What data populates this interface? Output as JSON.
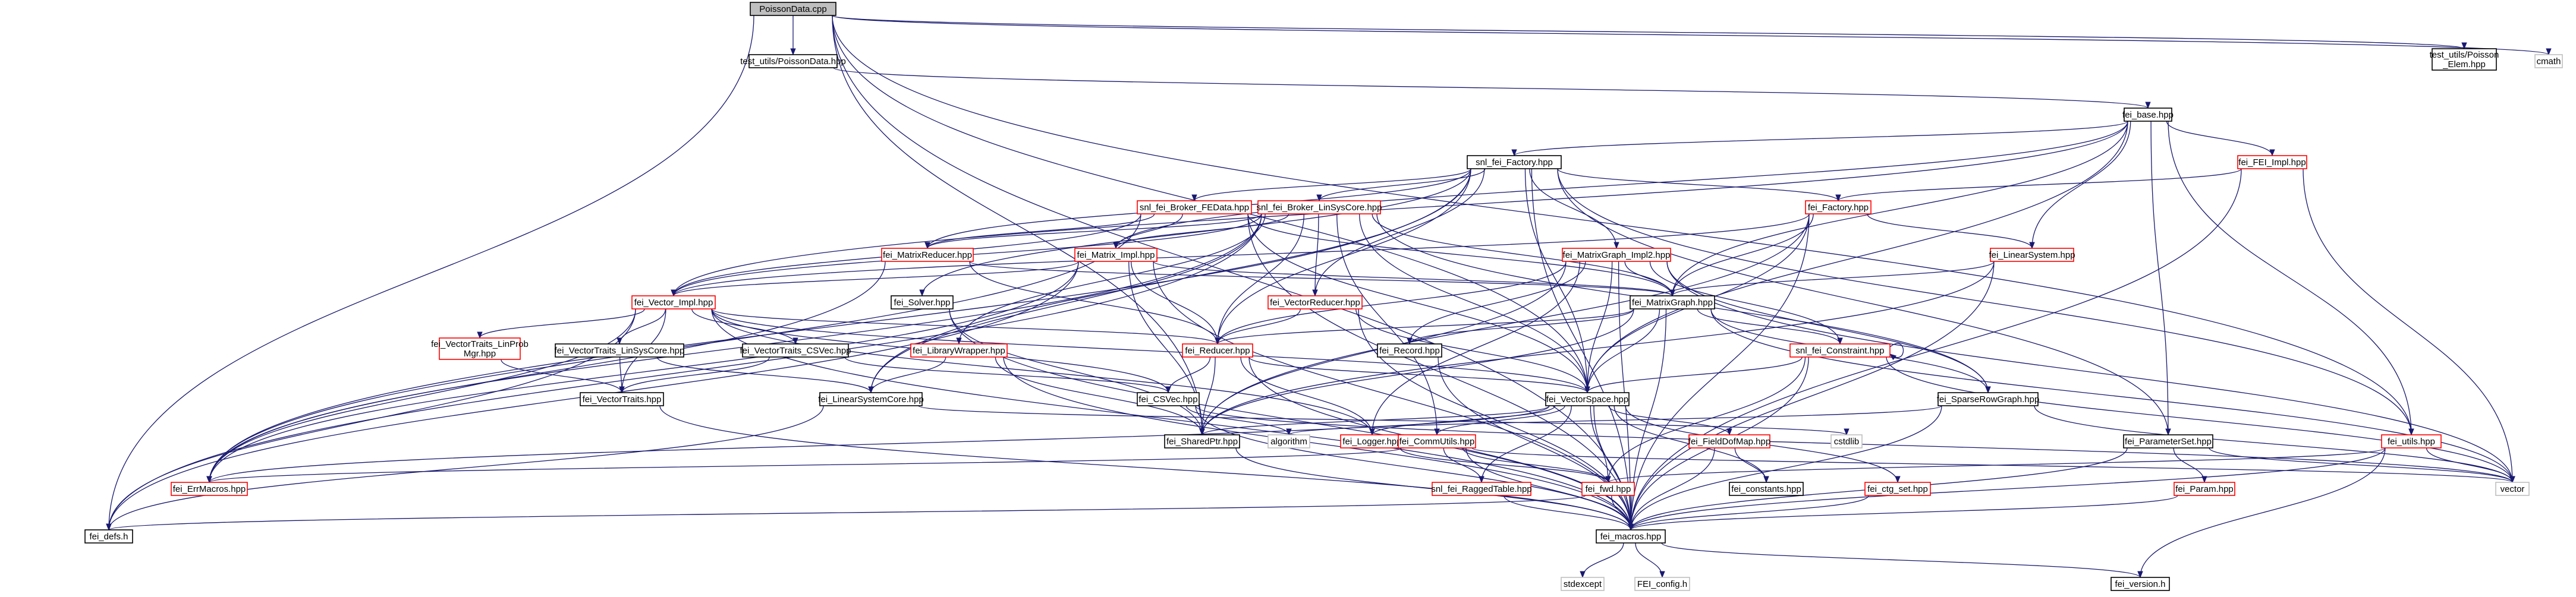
{
  "title": "PoissonData.cpp",
  "colors": {
    "edge": "#191970",
    "root_fill": "#bfbfbf",
    "node_border": "#000000",
    "node_border_with_includes": "#ff0000",
    "external_border": "#bfbfbf"
  },
  "nodes": [
    {
      "id": "root",
      "label": "PoissonData.cpp",
      "kind": "root"
    },
    {
      "id": "test_utils_PoissonData_hpp",
      "label": "test_utils/PoissonData.hpp",
      "kind": "plain"
    },
    {
      "id": "test_utils_Poisson_Elem_hpp",
      "label": [
        "test_utils/Poisson",
        "_Elem.hpp"
      ],
      "kind": "plain"
    },
    {
      "id": "cmath",
      "label": "cmath",
      "kind": "external"
    },
    {
      "id": "fei_base_hpp",
      "label": "fei_base.hpp",
      "kind": "plain"
    },
    {
      "id": "snl_fei_Factory_hpp",
      "label": "snl_fei_Factory.hpp",
      "kind": "plain"
    },
    {
      "id": "fei_FEI_Impl_hpp",
      "label": "fei_FEI_Impl.hpp",
      "kind": "red"
    },
    {
      "id": "snl_fei_Broker_FEData_hpp",
      "label": "snl_fei_Broker_FEData.hpp",
      "kind": "red"
    },
    {
      "id": "snl_fei_Broker_LinSysCore_hpp",
      "label": "snl_fei_Broker_LinSysCore.hpp",
      "kind": "red"
    },
    {
      "id": "fei_Factory_hpp",
      "label": "fei_Factory.hpp",
      "kind": "red"
    },
    {
      "id": "fei_MatrixReducer_hpp",
      "label": "fei_MatrixReducer.hpp",
      "kind": "red"
    },
    {
      "id": "fei_Matrix_Impl_hpp",
      "label": "fei_Matrix_Impl.hpp",
      "kind": "red"
    },
    {
      "id": "fei_MatrixGraph_Impl2_hpp",
      "label": "fei_MatrixGraph_Impl2.hpp",
      "kind": "red"
    },
    {
      "id": "fei_LinearSystem_hpp",
      "label": "fei_LinearSystem.hpp",
      "kind": "red"
    },
    {
      "id": "fei_Vector_Impl_hpp",
      "label": "fei_Vector_Impl.hpp",
      "kind": "red"
    },
    {
      "id": "fei_Solver_hpp",
      "label": "fei_Solver.hpp",
      "kind": "plain"
    },
    {
      "id": "fei_VectorReducer_hpp",
      "label": "fei_VectorReducer.hpp",
      "kind": "red"
    },
    {
      "id": "fei_MatrixGraph_hpp",
      "label": "fei_MatrixGraph.hpp",
      "kind": "plain"
    },
    {
      "id": "fei_VectorTraits_LinProbMgr_hpp",
      "label": [
        "fei_VectorTraits_LinProb",
        "Mgr.hpp"
      ],
      "kind": "red"
    },
    {
      "id": "fei_VectorTraits_LinSysCore_hpp",
      "label": "fei_VectorTraits_LinSysCore.hpp",
      "kind": "plain"
    },
    {
      "id": "fei_VectorTraits_CSVec_hpp",
      "label": "fei_VectorTraits_CSVec.hpp",
      "kind": "plain"
    },
    {
      "id": "fei_LibraryWrapper_hpp",
      "label": "fei_LibraryWrapper.hpp",
      "kind": "red"
    },
    {
      "id": "fei_Reducer_hpp",
      "label": "fei_Reducer.hpp",
      "kind": "red"
    },
    {
      "id": "fei_Record_hpp",
      "label": "fei_Record.hpp",
      "kind": "plain"
    },
    {
      "id": "snl_fei_Constraint_hpp",
      "label": "snl_fei_Constraint.hpp",
      "kind": "red"
    },
    {
      "id": "fei_VectorTraits_hpp",
      "label": "fei_VectorTraits.hpp",
      "kind": "plain"
    },
    {
      "id": "fei_LinearSystemCore_hpp",
      "label": "fei_LinearSystemCore.hpp",
      "kind": "plain"
    },
    {
      "id": "fei_CSVec_hpp",
      "label": "fei_CSVec.hpp",
      "kind": "plain"
    },
    {
      "id": "fei_VectorSpace_hpp",
      "label": "fei_VectorSpace.hpp",
      "kind": "plain"
    },
    {
      "id": "fei_SparseRowGraph_hpp",
      "label": "fei_SparseRowGraph.hpp",
      "kind": "plain"
    },
    {
      "id": "fei_SharedPtr_hpp",
      "label": "fei_SharedPtr.hpp",
      "kind": "plain"
    },
    {
      "id": "algorithm",
      "label": "algorithm",
      "kind": "external"
    },
    {
      "id": "fei_Logger_hpp",
      "label": "fei_Logger.hpp",
      "kind": "red"
    },
    {
      "id": "fei_CommUtils_hpp",
      "label": "fei_CommUtils.hpp",
      "kind": "red"
    },
    {
      "id": "fei_FieldDofMap_hpp",
      "label": "fei_FieldDofMap.hpp",
      "kind": "red"
    },
    {
      "id": "cstdlib",
      "label": "cstdlib",
      "kind": "external"
    },
    {
      "id": "fei_ParameterSet_hpp",
      "label": "fei_ParameterSet.hpp",
      "kind": "plain"
    },
    {
      "id": "fei_utils_hpp",
      "label": "fei_utils.hpp",
      "kind": "red"
    },
    {
      "id": "fei_ErrMacros_hpp",
      "label": "fei_ErrMacros.hpp",
      "kind": "red"
    },
    {
      "id": "snl_fei_RaggedTable_hpp",
      "label": "snl_fei_RaggedTable.hpp",
      "kind": "red"
    },
    {
      "id": "fei_fwd_hpp",
      "label": "fei_fwd.hpp",
      "kind": "red"
    },
    {
      "id": "fei_constants_hpp",
      "label": "fei_constants.hpp",
      "kind": "plain"
    },
    {
      "id": "fei_ctg_set_hpp",
      "label": "fei_ctg_set.hpp",
      "kind": "red"
    },
    {
      "id": "fei_Param_hpp",
      "label": "fei_Param.hpp",
      "kind": "red"
    },
    {
      "id": "vector",
      "label": "vector",
      "kind": "external"
    },
    {
      "id": "fei_defs_h",
      "label": "fei_defs.h",
      "kind": "plain"
    },
    {
      "id": "fei_macros_hpp",
      "label": "fei_macros.hpp",
      "kind": "plain"
    },
    {
      "id": "stdexcept",
      "label": "stdexcept",
      "kind": "external"
    },
    {
      "id": "FEI_config_h",
      "label": "FEI_config.h",
      "kind": "external"
    },
    {
      "id": "fei_version_h",
      "label": "fei_version.h",
      "kind": "plain"
    }
  ],
  "edges": [
    [
      "root",
      "test_utils_PoissonData_hpp"
    ],
    [
      "root",
      "test_utils_Poisson_Elem_hpp"
    ],
    [
      "root",
      "cmath"
    ],
    [
      "root",
      "fei_defs_h"
    ],
    [
      "root",
      "fei_macros_hpp"
    ],
    [
      "root",
      "fei_SharedPtr_hpp"
    ],
    [
      "root",
      "fei_VectorSpace_hpp"
    ],
    [
      "root",
      "fei_utils_hpp"
    ],
    [
      "test_utils_PoissonData_hpp",
      "fei_base_hpp"
    ],
    [
      "fei_base_hpp",
      "snl_fei_Factory_hpp"
    ],
    [
      "fei_base_hpp",
      "fei_FEI_Impl_hpp"
    ],
    [
      "fei_base_hpp",
      "fei_LinearSystem_hpp"
    ],
    [
      "fei_base_hpp",
      "fei_MatrixGraph_hpp"
    ],
    [
      "fei_base_hpp",
      "fei_ParameterSet_hpp"
    ],
    [
      "fei_base_hpp",
      "fei_utils_hpp"
    ],
    [
      "fei_base_hpp",
      "fei_Vector_Impl_hpp"
    ],
    [
      "fei_base_hpp",
      "fei_Matrix_Impl_hpp"
    ],
    [
      "fei_base_hpp",
      "fei_VectorSpace_hpp"
    ],
    [
      "fei_FEI_Impl_hpp",
      "fei_Factory_hpp"
    ],
    [
      "fei_FEI_Impl_hpp",
      "fei_macros_hpp"
    ],
    [
      "fei_FEI_Impl_hpp",
      "vector"
    ],
    [
      "snl_fei_Factory_hpp",
      "snl_fei_Broker_FEData_hpp"
    ],
    [
      "snl_fei_Factory_hpp",
      "snl_fei_Broker_LinSysCore_hpp"
    ],
    [
      "snl_fei_Factory_hpp",
      "fei_Factory_hpp"
    ],
    [
      "snl_fei_Factory_hpp",
      "fei_MatrixGraph_Impl2_hpp"
    ],
    [
      "snl_fei_Factory_hpp",
      "fei_MatrixReducer_hpp"
    ],
    [
      "snl_fei_Factory_hpp",
      "fei_VectorReducer_hpp"
    ],
    [
      "snl_fei_Factory_hpp",
      "fei_Solver_hpp"
    ],
    [
      "snl_fei_Factory_hpp",
      "fei_LinearSystemCore_hpp"
    ],
    [
      "snl_fei_Factory_hpp",
      "fei_Reducer_hpp"
    ],
    [
      "snl_fei_Factory_hpp",
      "fei_ParameterSet_hpp"
    ],
    [
      "snl_fei_Factory_hpp",
      "fei_VectorSpace_hpp"
    ],
    [
      "snl_fei_Factory_hpp",
      "fei_ErrMacros_hpp"
    ],
    [
      "snl_fei_Factory_hpp",
      "fei_macros_hpp"
    ],
    [
      "snl_fei_Factory_hpp",
      "fei_utils_hpp"
    ],
    [
      "snl_fei_Broker_FEData_hpp",
      "fei_MatrixReducer_hpp"
    ],
    [
      "snl_fei_Broker_FEData_hpp",
      "fei_Matrix_Impl_hpp"
    ],
    [
      "snl_fei_Broker_FEData_hpp",
      "fei_Vector_Impl_hpp"
    ],
    [
      "snl_fei_Broker_FEData_hpp",
      "fei_MatrixGraph_hpp"
    ],
    [
      "snl_fei_Broker_FEData_hpp",
      "fei_VectorSpace_hpp"
    ],
    [
      "snl_fei_Broker_FEData_hpp",
      "fei_ErrMacros_hpp"
    ],
    [
      "snl_fei_Broker_FEData_hpp",
      "fei_macros_hpp"
    ],
    [
      "snl_fei_Broker_LinSysCore_hpp",
      "fei_Matrix_Impl_hpp"
    ],
    [
      "snl_fei_Broker_LinSysCore_hpp",
      "fei_Vector_Impl_hpp"
    ],
    [
      "snl_fei_Broker_LinSysCore_hpp",
      "fei_MatrixReducer_hpp"
    ],
    [
      "snl_fei_Broker_LinSysCore_hpp",
      "fei_VectorReducer_hpp"
    ],
    [
      "snl_fei_Broker_LinSysCore_hpp",
      "fei_MatrixGraph_hpp"
    ],
    [
      "snl_fei_Broker_LinSysCore_hpp",
      "fei_VectorSpace_hpp"
    ],
    [
      "snl_fei_Broker_LinSysCore_hpp",
      "fei_LinearSystemCore_hpp"
    ],
    [
      "snl_fei_Broker_LinSysCore_hpp",
      "fei_Reducer_hpp"
    ],
    [
      "snl_fei_Broker_LinSysCore_hpp",
      "fei_CommUtils_hpp"
    ],
    [
      "snl_fei_Broker_LinSysCore_hpp",
      "fei_SparseRowGraph_hpp"
    ],
    [
      "snl_fei_Broker_LinSysCore_hpp",
      "fei_LibraryWrapper_hpp"
    ],
    [
      "snl_fei_Broker_LinSysCore_hpp",
      "fei_ErrMacros_hpp"
    ],
    [
      "snl_fei_Broker_LinSysCore_hpp",
      "fei_defs_h"
    ],
    [
      "fei_Factory_hpp",
      "fei_MatrixGraph_hpp"
    ],
    [
      "fei_Factory_hpp",
      "fei_LinearSystem_hpp"
    ],
    [
      "fei_Factory_hpp",
      "fei_Vector_Impl_hpp"
    ],
    [
      "fei_Factory_hpp",
      "fei_VectorSpace_hpp"
    ],
    [
      "fei_Factory_hpp",
      "fei_SharedPtr_hpp"
    ],
    [
      "fei_Factory_hpp",
      "fei_macros_hpp"
    ],
    [
      "fei_LinearSystem_hpp",
      "fei_MatrixGraph_hpp"
    ],
    [
      "fei_LinearSystem_hpp",
      "fei_SharedPtr_hpp"
    ],
    [
      "fei_LinearSystem_hpp",
      "fei_macros_hpp"
    ],
    [
      "fei_MatrixReducer_hpp",
      "fei_Reducer_hpp"
    ],
    [
      "fei_MatrixReducer_hpp",
      "fei_MatrixGraph_hpp"
    ],
    [
      "fei_MatrixReducer_hpp",
      "fei_ErrMacros_hpp"
    ],
    [
      "fei_Matrix_Impl_hpp",
      "fei_MatrixGraph_hpp"
    ],
    [
      "fei_Matrix_Impl_hpp",
      "fei_Reducer_hpp"
    ],
    [
      "fei_Matrix_Impl_hpp",
      "fei_SharedPtr_hpp"
    ],
    [
      "fei_Matrix_Impl_hpp",
      "fei_ErrMacros_hpp"
    ],
    [
      "fei_Matrix_Impl_hpp",
      "fei_macros_hpp"
    ],
    [
      "fei_Matrix_Impl_hpp",
      "fei_Vector_Impl_hpp"
    ],
    [
      "fei_Matrix_Impl_hpp",
      "fei_defs_h"
    ],
    [
      "fei_MatrixGraph_Impl2_hpp",
      "fei_MatrixGraph_hpp"
    ],
    [
      "fei_MatrixGraph_Impl2_hpp",
      "fei_VectorSpace_hpp"
    ],
    [
      "fei_MatrixGraph_Impl2_hpp",
      "snl_fei_Constraint_hpp"
    ],
    [
      "fei_MatrixGraph_Impl2_hpp",
      "fei_SparseRowGraph_hpp"
    ],
    [
      "fei_MatrixGraph_Impl2_hpp",
      "fei_Reducer_hpp"
    ],
    [
      "fei_MatrixGraph_Impl2_hpp",
      "fei_Record_hpp"
    ],
    [
      "fei_MatrixGraph_Impl2_hpp",
      "fei_Logger_hpp"
    ],
    [
      "fei_MatrixGraph_Impl2_hpp",
      "fei_SharedPtr_hpp"
    ],
    [
      "fei_MatrixGraph_Impl2_hpp",
      "fei_macros_hpp"
    ],
    [
      "fei_MatrixGraph_Impl2_hpp",
      "vector"
    ],
    [
      "fei_Vector_Impl_hpp",
      "fei_VectorTraits_LinProbMgr_hpp"
    ],
    [
      "fei_Vector_Impl_hpp",
      "fei_VectorTraits_LinSysCore_hpp"
    ],
    [
      "fei_Vector_Impl_hpp",
      "fei_VectorTraits_CSVec_hpp"
    ],
    [
      "fei_Vector_Impl_hpp",
      "fei_VectorTraits_hpp"
    ],
    [
      "fei_Vector_Impl_hpp",
      "fei_VectorSpace_hpp"
    ],
    [
      "fei_Vector_Impl_hpp",
      "fei_Reducer_hpp"
    ],
    [
      "fei_Vector_Impl_hpp",
      "fei_Logger_hpp"
    ],
    [
      "fei_Vector_Impl_hpp",
      "fei_CSVec_hpp"
    ],
    [
      "fei_Vector_Impl_hpp",
      "fei_ErrMacros_hpp"
    ],
    [
      "fei_Vector_Impl_hpp",
      "fei_macros_hpp"
    ],
    [
      "fei_Vector_Impl_hpp",
      "fei_defs_h"
    ],
    [
      "fei_Solver_hpp",
      "fei_SharedPtr_hpp"
    ],
    [
      "fei_Solver_hpp",
      "fei_macros_hpp"
    ],
    [
      "fei_VectorReducer_hpp",
      "fei_Reducer_hpp"
    ],
    [
      "fei_VectorReducer_hpp",
      "fei_VectorSpace_hpp"
    ],
    [
      "fei_VectorReducer_hpp",
      "fei_macros_hpp"
    ],
    [
      "fei_MatrixGraph_hpp",
      "fei_VectorSpace_hpp"
    ],
    [
      "fei_MatrixGraph_hpp",
      "fei_Record_hpp"
    ],
    [
      "fei_MatrixGraph_hpp",
      "fei_Reducer_hpp"
    ],
    [
      "fei_MatrixGraph_hpp",
      "snl_fei_Constraint_hpp"
    ],
    [
      "fei_MatrixGraph_hpp",
      "fei_SparseRowGraph_hpp"
    ],
    [
      "fei_MatrixGraph_hpp",
      "fei_SharedPtr_hpp"
    ],
    [
      "fei_MatrixGraph_hpp",
      "fei_macros_hpp"
    ],
    [
      "fei_MatrixGraph_hpp",
      "vector"
    ],
    [
      "fei_VectorTraits_LinProbMgr_hpp",
      "fei_VectorTraits_hpp"
    ],
    [
      "fei_VectorTraits_LinSysCore_hpp",
      "fei_VectorTraits_hpp"
    ],
    [
      "fei_VectorTraits_LinSysCore_hpp",
      "fei_LinearSystemCore_hpp"
    ],
    [
      "fei_VectorTraits_CSVec_hpp",
      "fei_VectorTraits_hpp"
    ],
    [
      "fei_VectorTraits_CSVec_hpp",
      "fei_CSVec_hpp"
    ],
    [
      "fei_LibraryWrapper_hpp",
      "fei_LinearSystemCore_hpp"
    ],
    [
      "fei_LibraryWrapper_hpp",
      "fei_SharedPtr_hpp"
    ],
    [
      "fei_LibraryWrapper_hpp",
      "fei_macros_hpp"
    ],
    [
      "fei_Reducer_hpp",
      "fei_CSVec_hpp"
    ],
    [
      "fei_Reducer_hpp",
      "fei_SharedPtr_hpp"
    ],
    [
      "fei_Reducer_hpp",
      "fei_Logger_hpp"
    ],
    [
      "fei_Reducer_hpp",
      "fei_macros_hpp"
    ],
    [
      "fei_Reducer_hpp",
      "fei_VectorSpace_hpp"
    ],
    [
      "fei_Record_hpp",
      "fei_macros_hpp"
    ],
    [
      "snl_fei_Constraint_hpp",
      "snl_fei_Constraint_hpp"
    ],
    [
      "snl_fei_Constraint_hpp",
      "fei_VectorSpace_hpp"
    ],
    [
      "snl_fei_Constraint_hpp",
      "fei_fwd_hpp"
    ],
    [
      "snl_fei_Constraint_hpp",
      "fei_macros_hpp"
    ],
    [
      "snl_fei_Constraint_hpp",
      "vector"
    ],
    [
      "fei_VectorTraits_hpp",
      "fei_macros_hpp"
    ],
    [
      "fei_LinearSystemCore_hpp",
      "fei_defs_h"
    ],
    [
      "fei_LinearSystemCore_hpp",
      "cstdlib"
    ],
    [
      "fei_CSVec_hpp",
      "fei_macros_hpp"
    ],
    [
      "fei_CSVec_hpp",
      "algorithm"
    ],
    [
      "fei_CSVec_hpp",
      "vector"
    ],
    [
      "fei_VectorSpace_hpp",
      "fei_SharedPtr_hpp"
    ],
    [
      "fei_VectorSpace_hpp",
      "fei_Logger_hpp"
    ],
    [
      "fei_VectorSpace_hpp",
      "fei_CommUtils_hpp"
    ],
    [
      "fei_VectorSpace_hpp",
      "fei_FieldDofMap_hpp"
    ],
    [
      "fei_VectorSpace_hpp",
      "fei_constants_hpp"
    ],
    [
      "fei_VectorSpace_hpp",
      "fei_ctg_set_hpp"
    ],
    [
      "fei_VectorSpace_hpp",
      "snl_fei_RaggedTable_hpp"
    ],
    [
      "fei_VectorSpace_hpp",
      "fei_fwd_hpp"
    ],
    [
      "fei_VectorSpace_hpp",
      "fei_macros_hpp"
    ],
    [
      "fei_VectorSpace_hpp",
      "fei_ErrMacros_hpp"
    ],
    [
      "fei_SparseRowGraph_hpp",
      "fei_macros_hpp"
    ],
    [
      "fei_SparseRowGraph_hpp",
      "vector"
    ],
    [
      "fei_SparseRowGraph_hpp",
      "algorithm"
    ],
    [
      "fei_SharedPtr_hpp",
      "fei_macros_hpp"
    ],
    [
      "fei_Logger_hpp",
      "fei_fwd_hpp"
    ],
    [
      "fei_CommUtils_hpp",
      "fei_fwd_hpp"
    ],
    [
      "fei_CommUtils_hpp",
      "snl_fei_RaggedTable_hpp"
    ],
    [
      "fei_CommUtils_hpp",
      "fei_macros_hpp"
    ],
    [
      "fei_CommUtils_hpp",
      "fei_ErrMacros_hpp"
    ],
    [
      "fei_CommUtils_hpp",
      "vector"
    ],
    [
      "fei_FieldDofMap_hpp",
      "fei_constants_hpp"
    ],
    [
      "fei_FieldDofMap_hpp",
      "fei_macros_hpp"
    ],
    [
      "fei_ParameterSet_hpp",
      "fei_Param_hpp"
    ],
    [
      "fei_ParameterSet_hpp",
      "fei_macros_hpp"
    ],
    [
      "fei_ParameterSet_hpp",
      "vector"
    ],
    [
      "fei_utils_hpp",
      "fei_fwd_hpp"
    ],
    [
      "fei_utils_hpp",
      "fei_version_h"
    ],
    [
      "fei_utils_hpp",
      "fei_macros_hpp"
    ],
    [
      "fei_utils_hpp",
      "vector"
    ],
    [
      "snl_fei_RaggedTable_hpp",
      "fei_macros_hpp"
    ],
    [
      "fei_fwd_hpp",
      "fei_macros_hpp"
    ],
    [
      "fei_fwd_hpp",
      "fei_defs_h"
    ],
    [
      "fei_ctg_set_hpp",
      "fei_macros_hpp"
    ],
    [
      "fei_Param_hpp",
      "fei_macros_hpp"
    ],
    [
      "fei_macros_hpp",
      "stdexcept"
    ],
    [
      "fei_macros_hpp",
      "FEI_config_h"
    ],
    [
      "fei_macros_hpp",
      "fei_version_h"
    ]
  ]
}
